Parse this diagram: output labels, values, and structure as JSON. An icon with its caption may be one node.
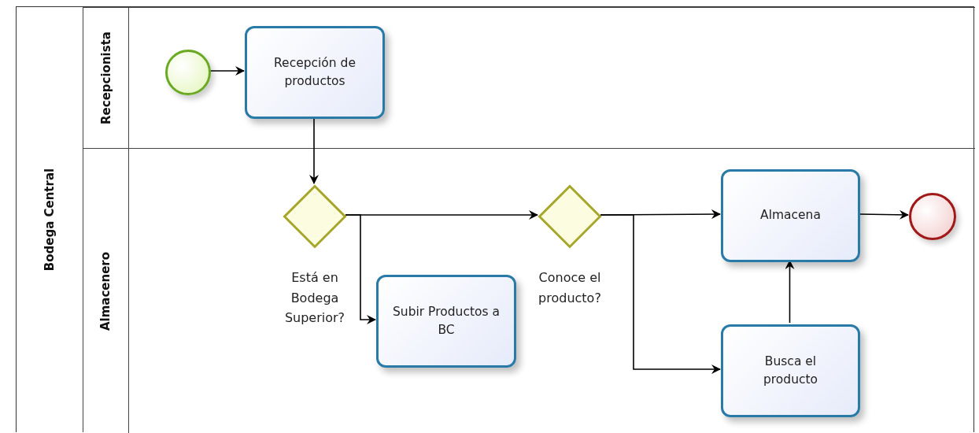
{
  "diagram": {
    "nodes": [
      {
        "text": [
          "Bodega Central"
        ]
      },
      {
        "text": [
          "Recepcionista"
        ],
        "in": 0
      },
      {
        "text": [
          "Almacenero"
        ],
        "in": 0
      },
      {
        "text": [],
        "shape": "circle",
        "in": 1
      },
      {
        "text": [
          "Recepción de productos"
        ],
        "in": 1
      },
      {
        "text": [],
        "shape": "diamond",
        "in": 2,
        "beside": [
          "Está en Bodega Superior?"
        ]
      },
      {
        "text": [
          "Subir Productos a BC"
        ],
        "in": 2
      },
      {
        "text": [],
        "shape": "diamond",
        "in": 2,
        "beside": [
          "Conoce el producto?"
        ]
      },
      {
        "text": [
          "Almacena"
        ],
        "in": 2
      },
      {
        "text": [
          "Busca el producto"
        ],
        "in": 2
      },
      {
        "text": [],
        "shape": "circle",
        "in": 2
      }
    ],
    "edges": [
      {
        "from": 3,
        "to": 4,
        "arrow": "to"
      },
      {
        "from": 4,
        "to": 5,
        "arrow": "to"
      },
      {
        "from": 5,
        "to": 7,
        "arrow": "to"
      },
      {
        "from": 5,
        "to": 6,
        "arrow": "to"
      },
      {
        "from": 7,
        "to": 8,
        "arrow": "to"
      },
      {
        "from": 7,
        "to": 9,
        "arrow": "to"
      },
      {
        "from": 9,
        "to": 8,
        "arrow": "to"
      },
      {
        "from": 8,
        "to": 10,
        "arrow": "to"
      }
    ]
  }
}
